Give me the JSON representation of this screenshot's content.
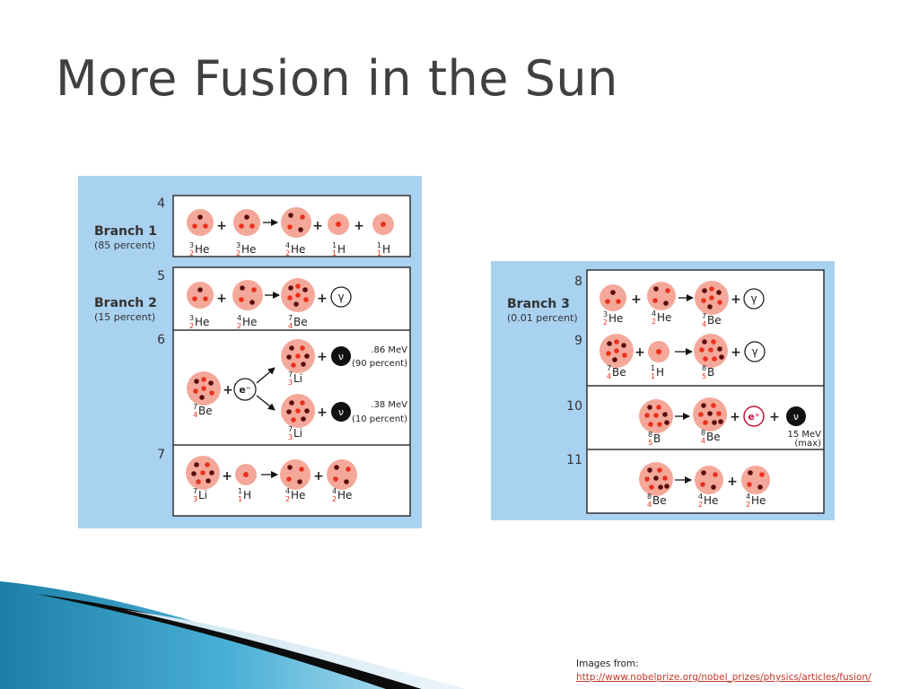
{
  "slide": {
    "title": "More Fusion in the Sun",
    "credit_label": "Images from:",
    "credit_url": "http://www.nobelprize.org/nobel_prizes/physics/articles/fusion/"
  },
  "branch1": {
    "name": "Branch 1",
    "percent": "(85 percent)"
  },
  "branch2": {
    "name": "Branch 2",
    "percent": "(15 percent)"
  },
  "branch3": {
    "name": "Branch 3",
    "percent": "(0.01 percent)"
  },
  "steps": {
    "s4": "4",
    "s5": "5",
    "s6": "6",
    "s7": "7",
    "s8": "8",
    "s9": "9",
    "s10": "10",
    "s11": "11"
  },
  "symbols": {
    "plus": "+",
    "gamma": "γ",
    "nu": "ν",
    "electron": "e⁻",
    "positron": "e⁺"
  },
  "nuclides": {
    "He3": {
      "mass": "3",
      "charge": "2",
      "sym": "He"
    },
    "He4": {
      "mass": "4",
      "charge": "2",
      "sym": "He"
    },
    "H1": {
      "mass": "1",
      "charge": "1",
      "sym": "H"
    },
    "Be7": {
      "mass": "7",
      "charge": "4",
      "sym": "Be"
    },
    "Li7": {
      "mass": "7",
      "charge": "3",
      "sym": "Li"
    },
    "B8": {
      "mass": "8",
      "charge": "5",
      "sym": "B"
    },
    "Be8": {
      "mass": "8",
      "charge": "4",
      "sym": "Be"
    }
  },
  "energies": {
    "e86": ".86 MeV",
    "p90": "(90 percent)",
    "e38": ".38 MeV",
    "p10": "(10 percent)",
    "e15": "15 MeV",
    "max": "(max)"
  },
  "colors": {
    "panel_bg": "#a9d1f0",
    "nucleus_fill": "#f4a89a",
    "proton": "#e8321e",
    "neutron": "#5a0d0d",
    "charge_label": "#e8321e",
    "positron": "#c0143c"
  }
}
